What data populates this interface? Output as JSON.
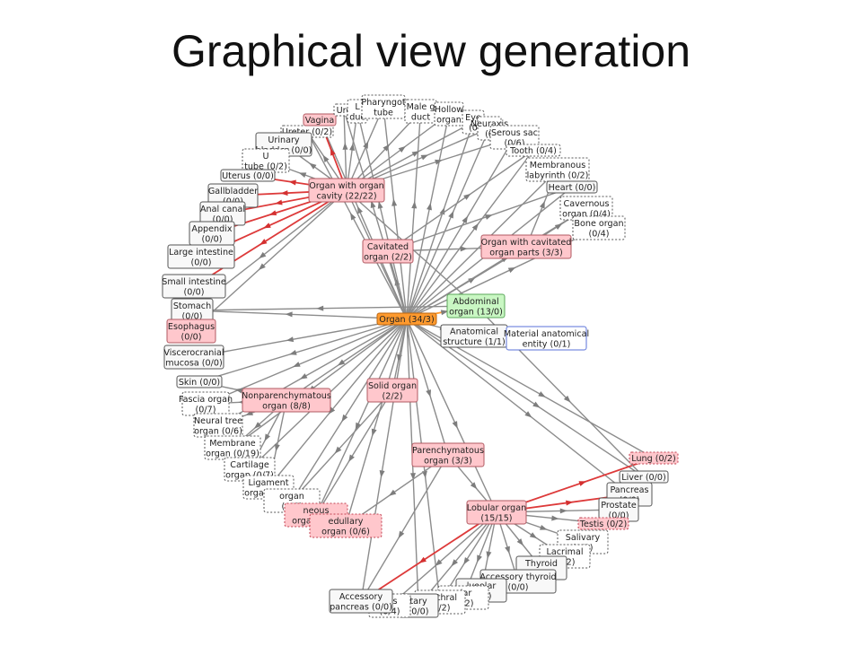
{
  "slide": {
    "title": "Graphical view generation"
  },
  "colors": {
    "edge": "#8c8c8c",
    "red_edge": "#dd3a3a",
    "hub_fill": "#ff9a2e",
    "green_fill": "#c9f7c3",
    "pink_fill": "#ffc7cc",
    "box_fill": "#f8f8f8"
  },
  "nodes": [
    {
      "id": "organ",
      "lines": [
        "Organ (34/3)"
      ],
      "style": "hub"
    },
    {
      "id": "abdominal",
      "lines": [
        "Abdominal",
        "organ (13/0)"
      ],
      "style": "green"
    },
    {
      "id": "anatomical",
      "lines": [
        "Anatomical",
        "structure (1/1)"
      ],
      "style": "plain"
    },
    {
      "id": "material",
      "lines": [
        "Material anatomical",
        "entity (0/1)"
      ],
      "style": "blue"
    },
    {
      "id": "cavity",
      "lines": [
        "Organ with organ",
        "cavity (22/22)"
      ],
      "style": "pink"
    },
    {
      "id": "cavitated",
      "lines": [
        "Cavitated",
        "organ (2/2)"
      ],
      "style": "pink"
    },
    {
      "id": "cavparts",
      "lines": [
        "Organ with cavitated",
        "organ parts (3/3)"
      ],
      "style": "pink"
    },
    {
      "id": "nonparen",
      "lines": [
        "Nonparenchymatous",
        "organ (8/8)"
      ],
      "style": "pink"
    },
    {
      "id": "solid",
      "lines": [
        "Solid organ",
        "(2/2)"
      ],
      "style": "pink"
    },
    {
      "id": "paren",
      "lines": [
        "Parenchymatous",
        "organ (3/3)"
      ],
      "style": "pink"
    },
    {
      "id": "lobular",
      "lines": [
        "Lobular organ",
        "(15/15)"
      ],
      "style": "pink"
    },
    {
      "id": "ureter",
      "lines": [
        "Ureter (0/2)"
      ],
      "style": "dashed"
    },
    {
      "id": "vagina",
      "lines": [
        "Vagina"
      ],
      "style": "pink"
    },
    {
      "id": "ure2",
      "lines": [
        "Ure"
      ],
      "style": "dashed"
    },
    {
      "id": "l1",
      "lines": [
        "L",
        "duc"
      ],
      "style": "dashed"
    },
    {
      "id": "pharyngo",
      "lines": [
        "Pharyngot",
        "tube"
      ],
      "style": "dashed"
    },
    {
      "id": "maleduct",
      "lines": [
        "Male g",
        "duct"
      ],
      "style": "dashed"
    },
    {
      "id": "hollow",
      "lines": [
        "Hollow",
        "organ"
      ],
      "style": "dashed"
    },
    {
      "id": "eye",
      "lines": [
        "Eye",
        "(0"
      ],
      "style": "dashed"
    },
    {
      "id": "neuraxis",
      "lines": [
        "Neuraxis",
        "(0"
      ],
      "style": "dashed"
    },
    {
      "id": "serous",
      "lines": [
        "Serous sac",
        "(0/6)"
      ],
      "style": "dashed"
    },
    {
      "id": "tooth",
      "lines": [
        "Tooth (0/4)"
      ],
      "style": "dashed"
    },
    {
      "id": "membranous",
      "lines": [
        "Membranous",
        "labyrinth (0/2)"
      ],
      "style": "dashed"
    },
    {
      "id": "heart",
      "lines": [
        "Heart (0/0)"
      ],
      "style": "plain"
    },
    {
      "id": "cavernous",
      "lines": [
        "Cavernous",
        "organ (0/4)"
      ],
      "style": "dashed"
    },
    {
      "id": "bone",
      "lines": [
        "Bone organ",
        "(0/4)"
      ],
      "style": "dashed"
    },
    {
      "id": "urinary",
      "lines": [
        "Urinary",
        "bladder (0/0)"
      ],
      "style": "plain"
    },
    {
      "id": "tube",
      "lines": [
        "U",
        "tube (0/2)"
      ],
      "style": "dashed"
    },
    {
      "id": "uterus",
      "lines": [
        "Uterus (0/0)"
      ],
      "style": "plain"
    },
    {
      "id": "gallbladder",
      "lines": [
        "Gallbladder",
        "(0/0)"
      ],
      "style": "plain"
    },
    {
      "id": "anal",
      "lines": [
        "Anal canal",
        "(0/0)"
      ],
      "style": "plain"
    },
    {
      "id": "appendix",
      "lines": [
        "Appendix",
        "(0/0)"
      ],
      "style": "plain"
    },
    {
      "id": "large",
      "lines": [
        "Large intestine",
        "(0/0)"
      ],
      "style": "plain"
    },
    {
      "id": "small",
      "lines": [
        "Small intestine",
        "(0/0)"
      ],
      "style": "plain"
    },
    {
      "id": "stomach",
      "lines": [
        "Stomach",
        "(0/0)"
      ],
      "style": "plain"
    },
    {
      "id": "esophagus",
      "lines": [
        "Esophagus",
        "(0/0)"
      ],
      "style": "pink"
    },
    {
      "id": "viscero",
      "lines": [
        "Viscerocranial",
        "mucosa (0/0)"
      ],
      "style": "plain"
    },
    {
      "id": "skin",
      "lines": [
        "Skin (0/0)"
      ],
      "style": "plain"
    },
    {
      "id": "fascia",
      "lines": [
        "Fascia organ",
        "(0/7)"
      ],
      "style": "dashed"
    },
    {
      "id": "neural",
      "lines": [
        "Neural tree",
        "organ (0/6)"
      ],
      "style": "dashed"
    },
    {
      "id": "membrane",
      "lines": [
        "Membrane",
        "organ (0/19)"
      ],
      "style": "dashed"
    },
    {
      "id": "cartilage",
      "lines": [
        "Cartilage",
        "organ (0/7)"
      ],
      "style": "dashed"
    },
    {
      "id": "ligament",
      "lines": [
        "Ligament",
        "organ (0/2)"
      ],
      "style": "dashed"
    },
    {
      "id": "organ06",
      "lines": [
        "organ",
        "(0/6)"
      ],
      "style": "dashed"
    },
    {
      "id": "cutaneous",
      "lines": [
        "neous",
        "organ (0/5)"
      ],
      "style": "pinkdash"
    },
    {
      "id": "medullary",
      "lines": [
        "edullary",
        "organ (0/6)"
      ],
      "style": "pinkdash"
    },
    {
      "id": "lung",
      "lines": [
        "Lung (0/2)"
      ],
      "style": "pinkdash"
    },
    {
      "id": "liver",
      "lines": [
        "Liver (0/0)"
      ],
      "style": "plain"
    },
    {
      "id": "pancreas",
      "lines": [
        "Pancreas",
        "(0/0)"
      ],
      "style": "plain"
    },
    {
      "id": "prostate",
      "lines": [
        "Prostate",
        "(0/0)"
      ],
      "style": "plain"
    },
    {
      "id": "testis",
      "lines": [
        "Testis (0/2)"
      ],
      "style": "pinkdash"
    },
    {
      "id": "salivary",
      "lines": [
        "Salivary",
        "(0/2)"
      ],
      "style": "dashed"
    },
    {
      "id": "lacrimal",
      "lines": [
        "Lacrimal",
        "(0/2)"
      ],
      "style": "dashed"
    },
    {
      "id": "thyroid",
      "lines": [
        "Thyroid",
        "(0/0)"
      ],
      "style": "plain"
    },
    {
      "id": "accthyroid",
      "lines": [
        "Accessory thyroid",
        "(0/0)"
      ],
      "style": "plain"
    },
    {
      "id": "alveolar",
      "lines": [
        "lveolar",
        "(0/0)"
      ],
      "style": "plain"
    },
    {
      "id": "lobular2",
      "lines": [
        "ular",
        "(0/2)"
      ],
      "style": "dashed"
    },
    {
      "id": "urethral",
      "lines": [
        "urethral",
        "(0/2)"
      ],
      "style": "dashed"
    },
    {
      "id": "pituitary",
      "lines": [
        "tary",
        "(0/0)"
      ],
      "style": "plain"
    },
    {
      "id": "ous",
      "lines": [
        "ous",
        "(0/4)"
      ],
      "style": "dashed"
    },
    {
      "id": "accpancreas",
      "lines": [
        "Accessory",
        "pancreas (0/0)"
      ],
      "style": "plain"
    }
  ],
  "edges": [
    {
      "from": "organ",
      "to": "abdominal",
      "kind": "orange"
    },
    {
      "from": "organ",
      "to": "anatomical",
      "kind": "gray"
    },
    {
      "from": "anatomical",
      "to": "material",
      "kind": "gray"
    },
    {
      "from": "organ",
      "to": "cavity",
      "kind": "gray"
    },
    {
      "from": "organ",
      "to": "cavitated",
      "kind": "gray"
    },
    {
      "from": "organ",
      "to": "cavparts",
      "kind": "gray"
    },
    {
      "from": "organ",
      "to": "nonparen",
      "kind": "gray"
    },
    {
      "from": "organ",
      "to": "solid",
      "kind": "gray"
    },
    {
      "from": "organ",
      "to": "paren",
      "kind": "gray"
    },
    {
      "from": "organ",
      "to": "lobular",
      "kind": "gray"
    },
    {
      "from": "organ",
      "to": "ureter",
      "kind": "gray"
    },
    {
      "from": "organ",
      "to": "vagina",
      "kind": "gray"
    },
    {
      "from": "organ",
      "to": "ure2",
      "kind": "gray"
    },
    {
      "from": "organ",
      "to": "l1",
      "kind": "gray"
    },
    {
      "from": "organ",
      "to": "pharyngo",
      "kind": "gray"
    },
    {
      "from": "organ",
      "to": "maleduct",
      "kind": "gray"
    },
    {
      "from": "organ",
      "to": "hollow",
      "kind": "gray"
    },
    {
      "from": "organ",
      "to": "eye",
      "kind": "gray"
    },
    {
      "from": "organ",
      "to": "neuraxis",
      "kind": "gray"
    },
    {
      "from": "organ",
      "to": "serous",
      "kind": "gray"
    },
    {
      "from": "organ",
      "to": "tooth",
      "kind": "gray"
    },
    {
      "from": "organ",
      "to": "membranous",
      "kind": "gray"
    },
    {
      "from": "organ",
      "to": "heart",
      "kind": "gray"
    },
    {
      "from": "organ",
      "to": "cavernous",
      "kind": "gray"
    },
    {
      "from": "organ",
      "to": "bone",
      "kind": "gray"
    },
    {
      "from": "organ",
      "to": "skin",
      "kind": "gray"
    },
    {
      "from": "organ",
      "to": "viscero",
      "kind": "gray"
    },
    {
      "from": "organ",
      "to": "stomach",
      "kind": "gray"
    },
    {
      "from": "organ",
      "to": "fascia",
      "kind": "gray"
    },
    {
      "from": "organ",
      "to": "neural",
      "kind": "gray"
    },
    {
      "from": "organ",
      "to": "membrane",
      "kind": "gray"
    },
    {
      "from": "organ",
      "to": "cartilage",
      "kind": "gray"
    },
    {
      "from": "organ",
      "to": "ligament",
      "kind": "gray"
    },
    {
      "from": "organ",
      "to": "organ06",
      "kind": "gray"
    },
    {
      "from": "organ",
      "to": "cutaneous",
      "kind": "gray"
    },
    {
      "from": "organ",
      "to": "medullary",
      "kind": "gray"
    },
    {
      "from": "organ",
      "to": "lung",
      "kind": "gray"
    },
    {
      "from": "organ",
      "to": "liver",
      "kind": "gray"
    },
    {
      "from": "organ",
      "to": "pancreas",
      "kind": "gray"
    },
    {
      "from": "organ",
      "to": "accpancreas",
      "kind": "gray"
    },
    {
      "from": "organ",
      "to": "pituitary",
      "kind": "gray"
    },
    {
      "from": "organ",
      "to": "urethral",
      "kind": "gray"
    },
    {
      "from": "cavity",
      "to": "urinary",
      "kind": "gray"
    },
    {
      "from": "cavity",
      "to": "tube",
      "kind": "gray"
    },
    {
      "from": "cavity",
      "to": "uterus",
      "kind": "red"
    },
    {
      "from": "cavity",
      "to": "gallbladder",
      "kind": "red"
    },
    {
      "from": "cavity",
      "to": "anal",
      "kind": "red"
    },
    {
      "from": "cavity",
      "to": "appendix",
      "kind": "red"
    },
    {
      "from": "cavity",
      "to": "large",
      "kind": "red"
    },
    {
      "from": "cavity",
      "to": "small",
      "kind": "red"
    },
    {
      "from": "cavity",
      "to": "stomach",
      "kind": "gray"
    },
    {
      "from": "cavity",
      "to": "esophagus",
      "kind": "gray"
    },
    {
      "from": "cavity",
      "to": "vagina",
      "kind": "red"
    },
    {
      "from": "cavity",
      "to": "ureter",
      "kind": "gray"
    },
    {
      "from": "cavity",
      "to": "ure2",
      "kind": "gray"
    },
    {
      "from": "cavity",
      "to": "l1",
      "kind": "gray"
    },
    {
      "from": "cavity",
      "to": "pharyngo",
      "kind": "gray"
    },
    {
      "from": "cavity",
      "to": "maleduct",
      "kind": "gray"
    },
    {
      "from": "cavity",
      "to": "hollow",
      "kind": "gray"
    },
    {
      "from": "cavity",
      "to": "eye",
      "kind": "gray"
    },
    {
      "from": "cavity",
      "to": "neuraxis",
      "kind": "gray"
    },
    {
      "from": "cavity",
      "to": "serous",
      "kind": "gray"
    },
    {
      "from": "cavitated",
      "to": "tooth",
      "kind": "gray"
    },
    {
      "from": "cavitated",
      "to": "heart",
      "kind": "gray"
    },
    {
      "from": "cavitated",
      "to": "cavparts",
      "kind": "gray"
    },
    {
      "from": "cavparts",
      "to": "membranous",
      "kind": "gray"
    },
    {
      "from": "cavparts",
      "to": "cavernous",
      "kind": "gray"
    },
    {
      "from": "nonparen",
      "to": "fascia",
      "kind": "gray"
    },
    {
      "from": "nonparen",
      "to": "neural",
      "kind": "gray"
    },
    {
      "from": "nonparen",
      "to": "membrane",
      "kind": "gray"
    },
    {
      "from": "nonparen",
      "to": "cartilage",
      "kind": "gray"
    },
    {
      "from": "nonparen",
      "to": "ligament",
      "kind": "gray"
    },
    {
      "from": "nonparen",
      "to": "skin",
      "kind": "gray"
    },
    {
      "from": "solid",
      "to": "organ06",
      "kind": "gray"
    },
    {
      "from": "solid",
      "to": "cutaneous",
      "kind": "gray"
    },
    {
      "from": "paren",
      "to": "lobular",
      "kind": "gray"
    },
    {
      "from": "paren",
      "to": "accpancreas",
      "kind": "gray"
    },
    {
      "from": "paren",
      "to": "medullary",
      "kind": "gray"
    },
    {
      "from": "lobular",
      "to": "lung",
      "kind": "red"
    },
    {
      "from": "lobular",
      "to": "pancreas",
      "kind": "red"
    },
    {
      "from": "lobular",
      "to": "prostate",
      "kind": "gray"
    },
    {
      "from": "lobular",
      "to": "testis",
      "kind": "gray"
    },
    {
      "from": "lobular",
      "to": "salivary",
      "kind": "gray"
    },
    {
      "from": "lobular",
      "to": "lacrimal",
      "kind": "gray"
    },
    {
      "from": "lobular",
      "to": "thyroid",
      "kind": "gray"
    },
    {
      "from": "lobular",
      "to": "accthyroid",
      "kind": "gray"
    },
    {
      "from": "lobular",
      "to": "alveolar",
      "kind": "gray"
    },
    {
      "from": "lobular",
      "to": "lobular2",
      "kind": "gray"
    },
    {
      "from": "lobular",
      "to": "urethral",
      "kind": "gray"
    },
    {
      "from": "lobular",
      "to": "pituitary",
      "kind": "gray"
    },
    {
      "from": "lobular",
      "to": "ous",
      "kind": "gray"
    },
    {
      "from": "lobular",
      "to": "accpancreas",
      "kind": "red"
    },
    {
      "from": "abdominal",
      "to": "liver",
      "kind": "gray"
    },
    {
      "from": "abdominal",
      "to": "stomach",
      "kind": "gray"
    },
    {
      "from": "abdominal",
      "to": "cavity",
      "kind": "gray"
    }
  ]
}
